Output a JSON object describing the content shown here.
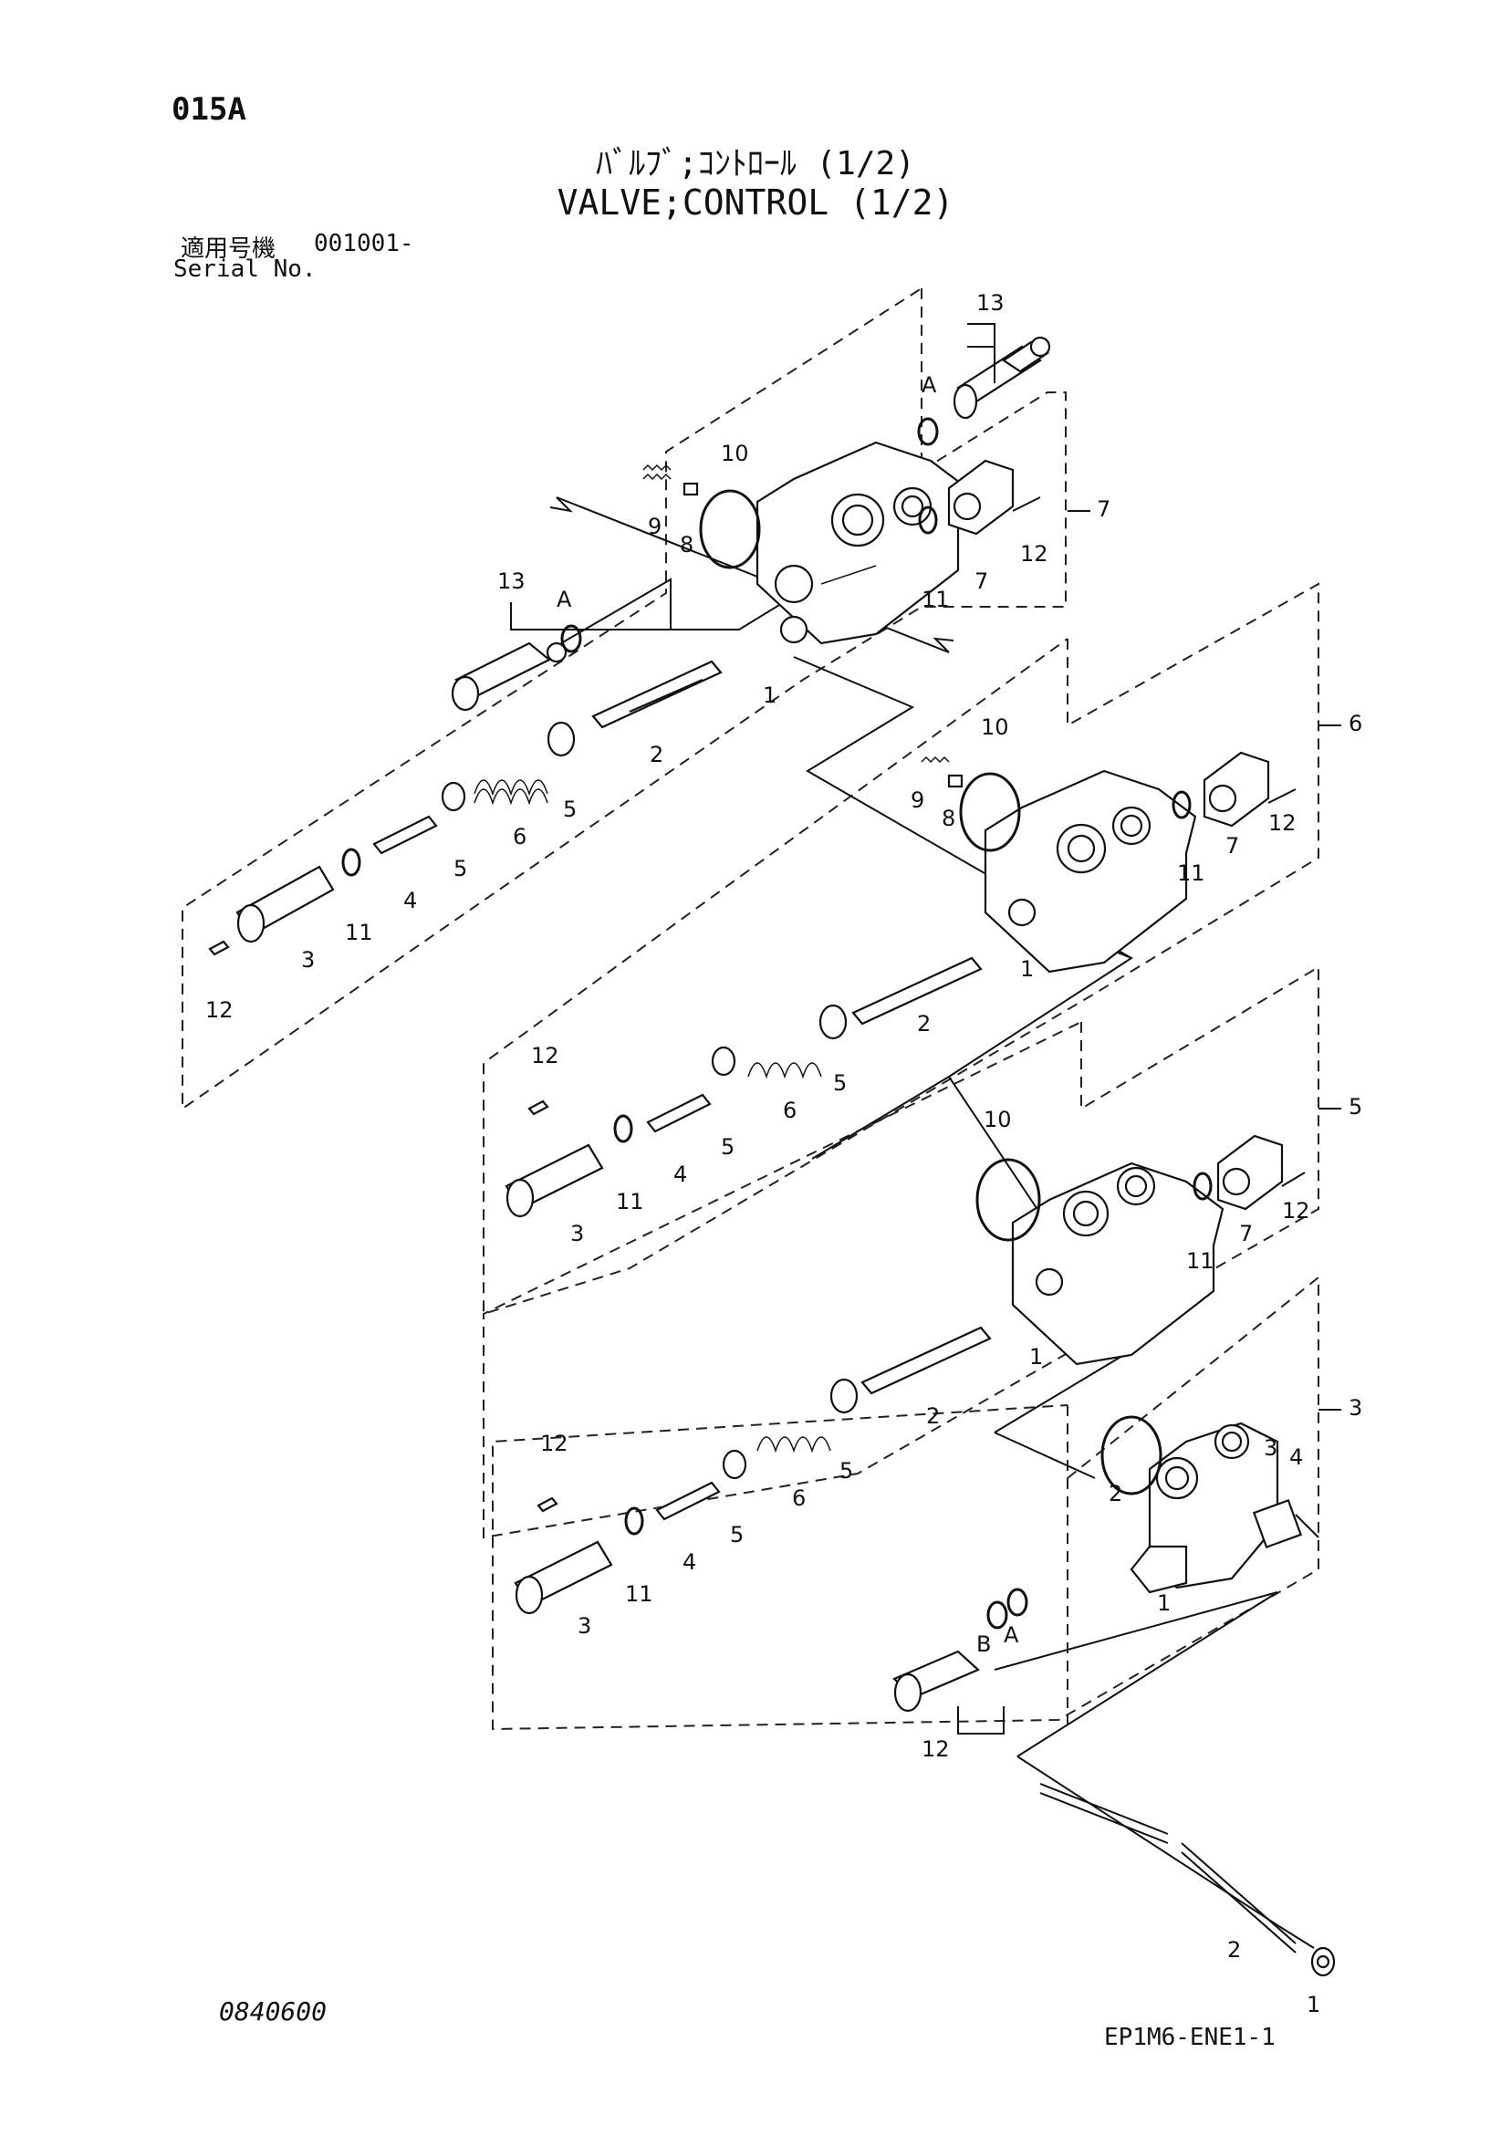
{
  "header": {
    "sheet_code": "015A",
    "title_jp": "ﾊﾞﾙﾌﾞ;ｺﾝﾄﾛｰﾙ (1/2)",
    "title_en": "VALVE;CONTROL (1/2)",
    "serial_label_jp": "適用号機",
    "serial_label_en": "Serial No.",
    "serial_value": "001001-"
  },
  "footer": {
    "drawing_no": "0840600",
    "page_code": "EP1M6-ENE1-1"
  },
  "assembly_callouts": {
    "top": "7",
    "second": "6",
    "third": "5",
    "fourth": "3"
  },
  "part_numbers": {
    "n1": "1",
    "n2": "2",
    "n3": "3",
    "n4": "4",
    "n5": "5",
    "n6": "6",
    "n7": "7",
    "n8": "8",
    "n9": "9",
    "n10": "10",
    "n11": "11",
    "n12": "12",
    "n13": "13"
  },
  "letters": {
    "a": "A",
    "b": "B"
  }
}
